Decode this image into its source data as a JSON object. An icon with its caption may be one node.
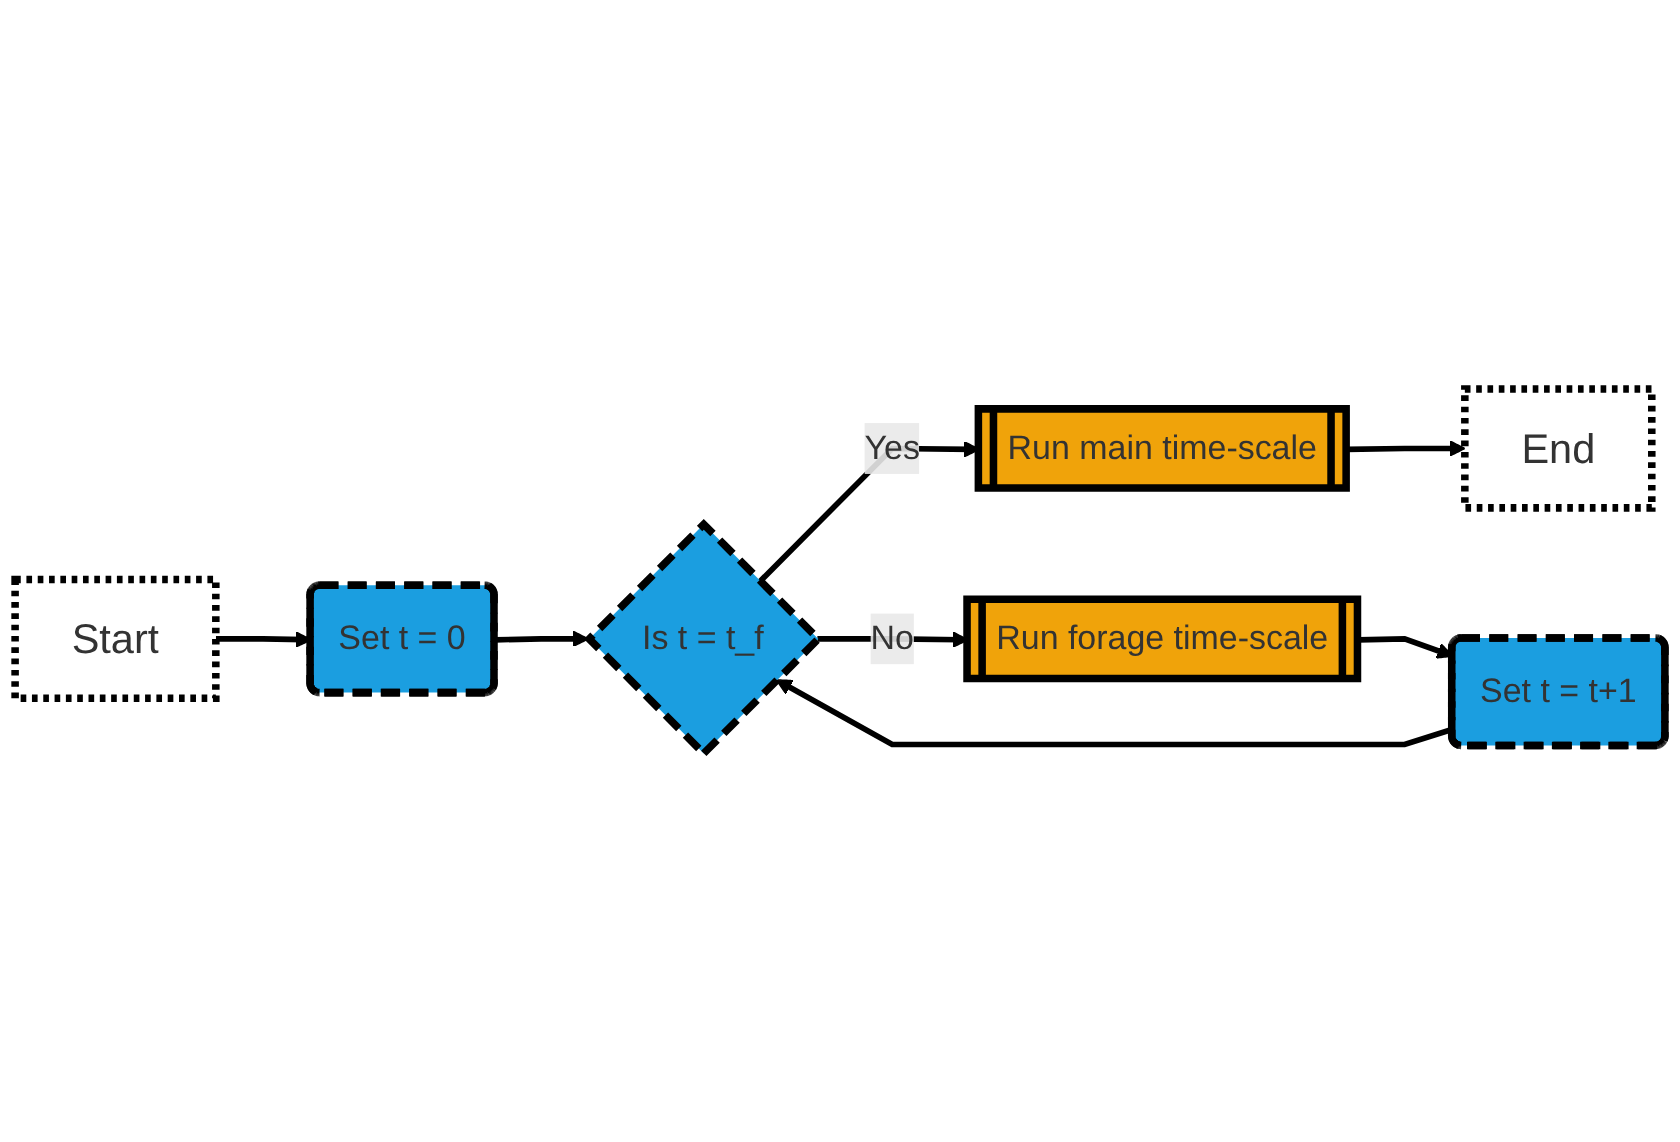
{
  "diagram": {
    "nodes": [
      {
        "text": [
          "Start"
        ]
      },
      {
        "text": [
          "Set t = 0"
        ]
      },
      {
        "text": [
          "Set t = t+1"
        ]
      },
      {
        "text": [
          "Is t = t_f"
        ]
      },
      {
        "text": [
          "Run main time-scale"
        ]
      },
      {
        "text": [
          "End"
        ]
      },
      {
        "text": [
          "Run forage time-scale"
        ]
      }
    ],
    "edges": [
      {
        "from": 0,
        "to": 1,
        "arrow": "to"
      },
      {
        "from": 1,
        "to": 3,
        "arrow": "to"
      },
      {
        "from": 2,
        "to": 3,
        "arrow": "to"
      },
      {
        "from": 3,
        "to": 4,
        "arrow": "to",
        "label": "Yes"
      },
      {
        "from": 4,
        "to": 5,
        "arrow": "to"
      },
      {
        "from": 3,
        "to": 6,
        "arrow": "to",
        "label": "No"
      },
      {
        "from": 6,
        "to": 2,
        "arrow": "to"
      }
    ]
  }
}
